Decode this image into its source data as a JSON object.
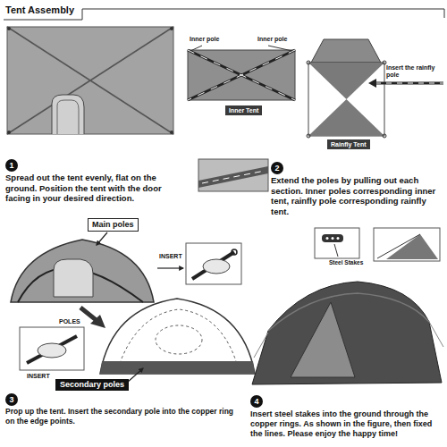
{
  "diagram": {
    "title": "Tent Assembly",
    "nodes": [
      {
        "text": [
          "Inner Tent"
        ]
      },
      {
        "text": [
          "Rainfly Tent"
        ]
      },
      {
        "text": [
          "1"
        ]
      },
      {
        "text": [
          "2"
        ]
      },
      {
        "text": [
          "Main poles"
        ]
      },
      {
        "text": [
          "Secondary poles"
        ]
      },
      {
        "text": [
          "3"
        ]
      },
      {
        "text": [
          "4"
        ]
      }
    ],
    "labels": [
      "Inner pole",
      "Inner pole",
      "Insert the rainfly pole",
      "Spread out the tent evenly, flat on the ground. Position the tent with the door facing in your desired direction.",
      "Extend the poles by pulling out each section. Inner poles corresponding inner tent, rainfly pole corresponding rainfly tent.",
      "INSERT",
      "POLES",
      "INSERT",
      "Prop up the tent. Insert the secondary pole into the copper ring on the edge points.",
      "Steel Stakes",
      "Insert steel stakes into the ground through the copper rings. As shown in the figure, then fixed the lines. Please enjoy the happy time!"
    ]
  }
}
